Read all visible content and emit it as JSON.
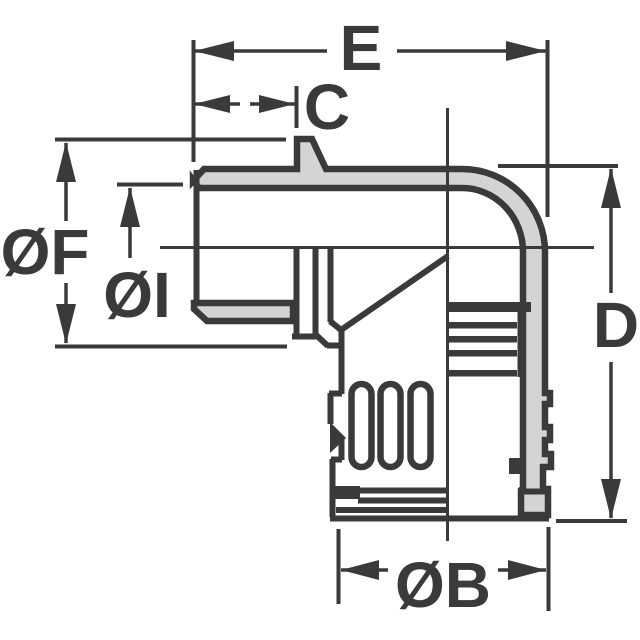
{
  "drawing": {
    "title": "90-degree elbow conduit fitting dimension drawing",
    "view": "side section view",
    "labels": {
      "e": "E",
      "c": "C",
      "f": "ØF",
      "i": "ØI",
      "d": "D",
      "b": "ØB"
    },
    "colors": {
      "line": "#3a3a3c",
      "section_fill": "#d4d4d6",
      "background": "#ffffff"
    }
  }
}
